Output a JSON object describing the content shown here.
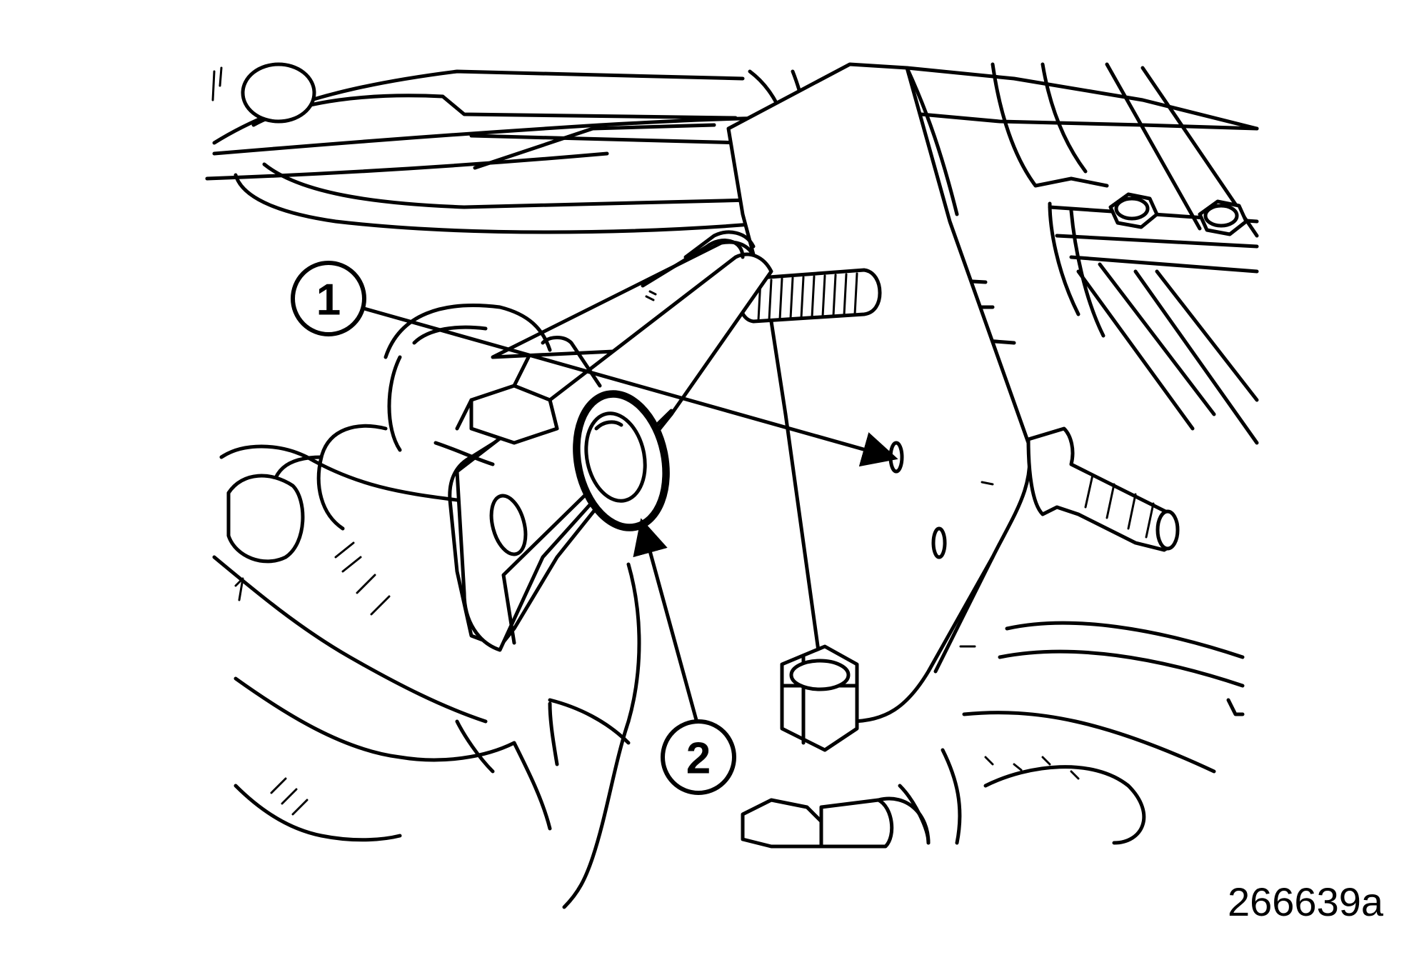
{
  "callouts": [
    {
      "label": "1"
    },
    {
      "label": "2"
    }
  ],
  "figure_id": "266639a"
}
